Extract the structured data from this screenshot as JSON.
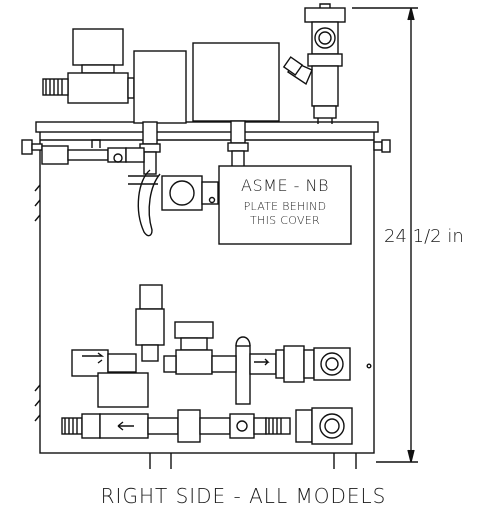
{
  "plate": {
    "title": "ASME - NB",
    "line1": "PLATE BEHIND",
    "line2": "THIS COVER"
  },
  "dimension": {
    "height_label": "24 1/2 in"
  },
  "caption": "RIGHT SIDE - ALL MODELS"
}
